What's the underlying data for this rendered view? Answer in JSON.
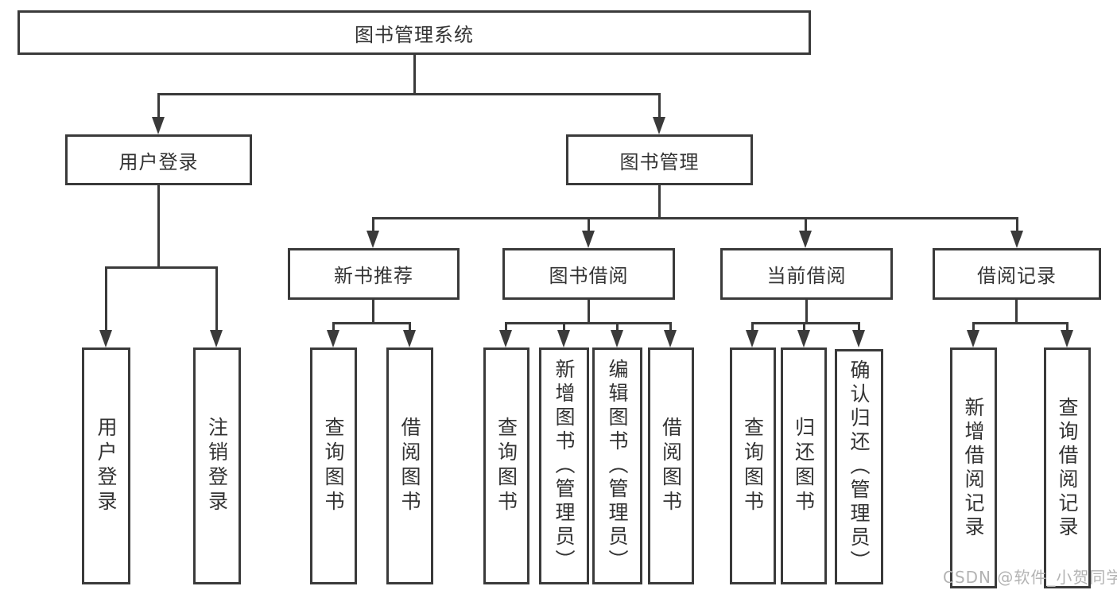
{
  "colors": {
    "line": "#3a3a3a",
    "text": "#333333",
    "background": "#ffffff",
    "watermark_text": "#b3b3b3"
  },
  "watermark": {
    "text": "CSDN @软件_小贺同学"
  },
  "nodes": {
    "root": {
      "label": "图书管理系统"
    },
    "user_login": {
      "label": "用户登录",
      "children": {
        "login": {
          "label": "用户登录"
        },
        "logout": {
          "label": "注销登录"
        }
      }
    },
    "book_mgmt": {
      "label": "图书管理",
      "children": {
        "new_book_rec": {
          "label": "新书推荐",
          "children": {
            "query": {
              "label": "查询图书"
            },
            "borrow": {
              "label": "借阅图书"
            }
          }
        },
        "book_borrow": {
          "label": "图书借阅",
          "children": {
            "query": {
              "label": "查询图书"
            },
            "add": {
              "label": "新增图书（管理员）"
            },
            "edit": {
              "label": "编辑图书（管理员）"
            },
            "borrow": {
              "label": "借阅图书"
            }
          }
        },
        "current_borrow": {
          "label": "当前借阅",
          "children": {
            "query": {
              "label": "查询图书"
            },
            "return": {
              "label": "归还图书"
            },
            "confirm": {
              "label": "确认归还（管理员）"
            }
          }
        },
        "borrow_record": {
          "label": "借阅记录",
          "children": {
            "add": {
              "label": "新增借阅记录"
            },
            "query": {
              "label": "查询借阅记录"
            }
          }
        }
      }
    }
  }
}
